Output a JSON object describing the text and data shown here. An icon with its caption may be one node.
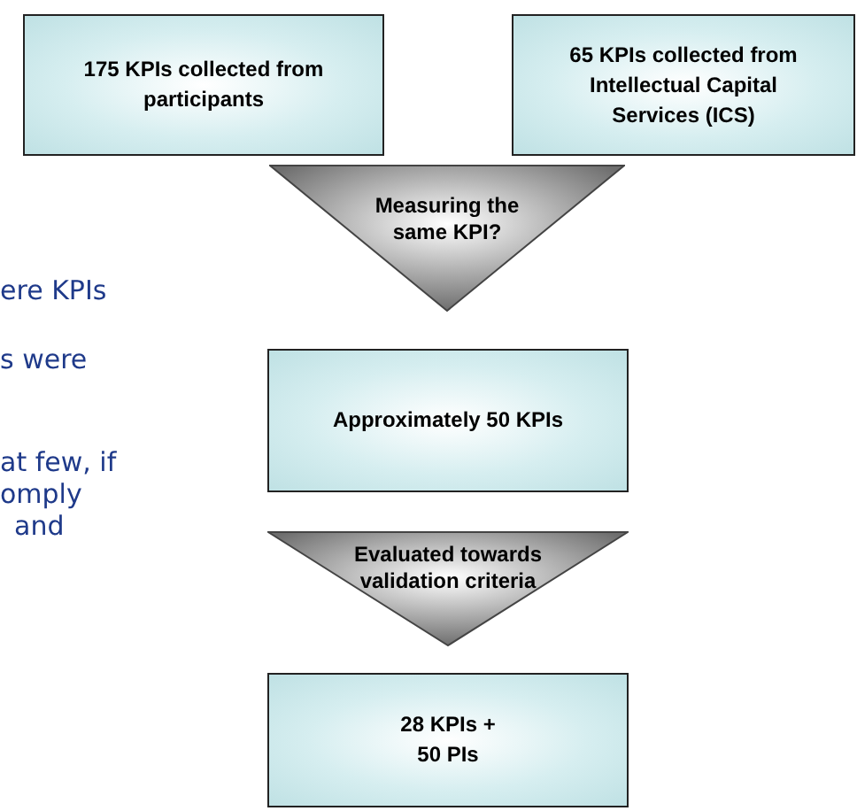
{
  "diagram": {
    "nodes": [
      {
        "text": [
          "175 KPIs collected from participants"
        ]
      },
      {
        "text": [
          "65 KPIs collected from Intellectual Capital Services (ICS)"
        ]
      },
      {
        "text": [
          "Measuring the same KPI?"
        ]
      },
      {
        "text": [
          "Approximately 50 KPIs"
        ]
      },
      {
        "text": [
          "Evaluated towards validation criteria"
        ]
      },
      {
        "text": [
          "28 KPIs + 50 PIs"
        ]
      }
    ],
    "labels": [
      "ere KPIs",
      "s were",
      "at few, if",
      "omply",
      "and"
    ]
  }
}
